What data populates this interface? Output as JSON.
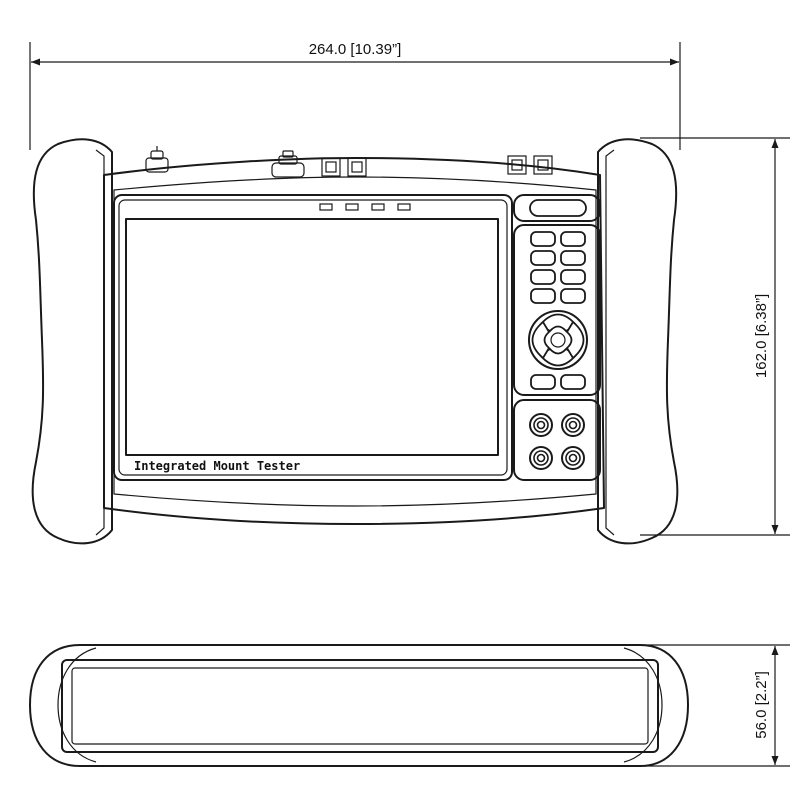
{
  "dimensions": {
    "width": "264.0 [10.39”]",
    "height": "162.0 [6.38”]",
    "depth": "56.0 [2.2”]"
  },
  "device": {
    "screen_label": "Integrated Mount Tester"
  }
}
